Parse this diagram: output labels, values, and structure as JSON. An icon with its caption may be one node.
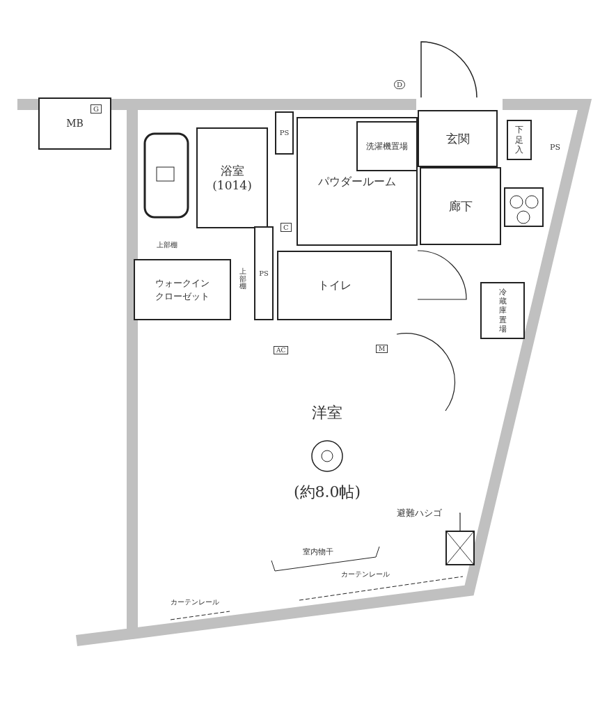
{
  "diagram": {
    "nodes": [
      {
        "text": [
          "MB"
        ]
      },
      {
        "text": [
          "浴室",
          "(1014)"
        ]
      },
      {
        "text": [
          "PS"
        ]
      },
      {
        "text": [
          "パウダールーム"
        ]
      },
      {
        "text": [
          "洗濯機置場"
        ],
        "in": 3
      },
      {
        "text": [
          "玄関"
        ]
      },
      {
        "text": [
          "下足入"
        ]
      },
      {
        "text": [
          "廊下"
        ]
      },
      {
        "text": [
          "ウォークインクローゼット"
        ]
      },
      {
        "text": [
          "PS"
        ]
      },
      {
        "text": [
          "トイレ"
        ]
      },
      {
        "text": [
          "冷蔵庫置場"
        ]
      },
      {
        "text": [
          "洋室",
          "(約8.0帖)"
        ]
      },
      {
        "text": [
          "避難ハシゴ"
        ]
      },
      {
        "text": [],
        "shape": "box"
      }
    ],
    "edges": [
      {
        "from": 13,
        "to": 14,
        "arrow": "none"
      }
    ],
    "labels": [
      "G",
      "D",
      "PS",
      "C",
      "上部棚",
      "上部棚",
      "AC",
      "M",
      "室内物干",
      "カーテンレール",
      "カーテンレール"
    ]
  }
}
